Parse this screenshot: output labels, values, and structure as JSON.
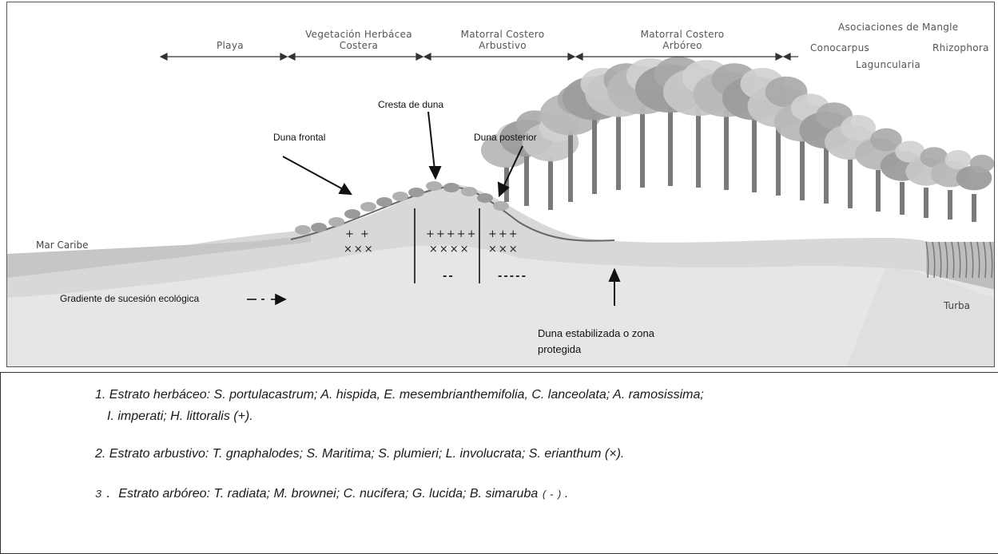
{
  "diagram": {
    "zones": [
      {
        "label": "Playa",
        "key": "playa"
      },
      {
        "label": "Vegetación Herbácea\nCostera",
        "key": "herbacea"
      },
      {
        "label": "Matorral Costero\nArbustivo",
        "key": "arbustivo"
      },
      {
        "label": "Matorral Costero\nArbóreo",
        "key": "arboreo"
      },
      {
        "label": "Asociaciones de Mangle",
        "key": "mangle"
      }
    ],
    "mangle_species": {
      "a": "Conocarpus",
      "b": "Rhizophora",
      "c": "Laguncularia"
    },
    "annotations": {
      "cresta": "Cresta de duna",
      "duna_frontal": "Duna frontal",
      "duna_posterior": "Duna posterior",
      "mar": "Mar Caribe",
      "gradiente": "Gradiente de sucesión ecológica",
      "estabilizada_1": "Duna estabilizada o zona",
      "estabilizada_2": "protegida",
      "turba": "Turba"
    },
    "symbols": {
      "col1_top": "+ +",
      "col1_bottom": "×××",
      "col2_top": "+++++",
      "col2_bottom": "××××",
      "col2_dash": "--",
      "col3_top": "+++",
      "col3_bottom": "×××",
      "col3_dash": "-----"
    },
    "colors": {
      "water": "#cfcfcf",
      "sand": "#e2e2e2",
      "soil": "#d6d6d6",
      "tree_dark": "#7a7a7a",
      "tree_light": "#b8b8b8"
    }
  },
  "legend": {
    "item1_line1": "1. Estrato herbáceo: S. portulacastrum; A. hispida, E. mesembrianthemifolia, C. lanceolata; A. ramosissima;",
    "item1_line2": "I. imperati; H. littoralis (+).",
    "item2": "2. Estrato arbustivo: T. gnaphalodes; S. Maritima; S. plumieri; L. involucrata; S. erianthum (×).",
    "item3_num": "3.",
    "item3_text": "Estrato arbóreo: T. radiata; M. brownei; C. nucifera; G. lucida; B. simaruba",
    "item3_tail": "(-).",
    "item3_dot": "."
  }
}
